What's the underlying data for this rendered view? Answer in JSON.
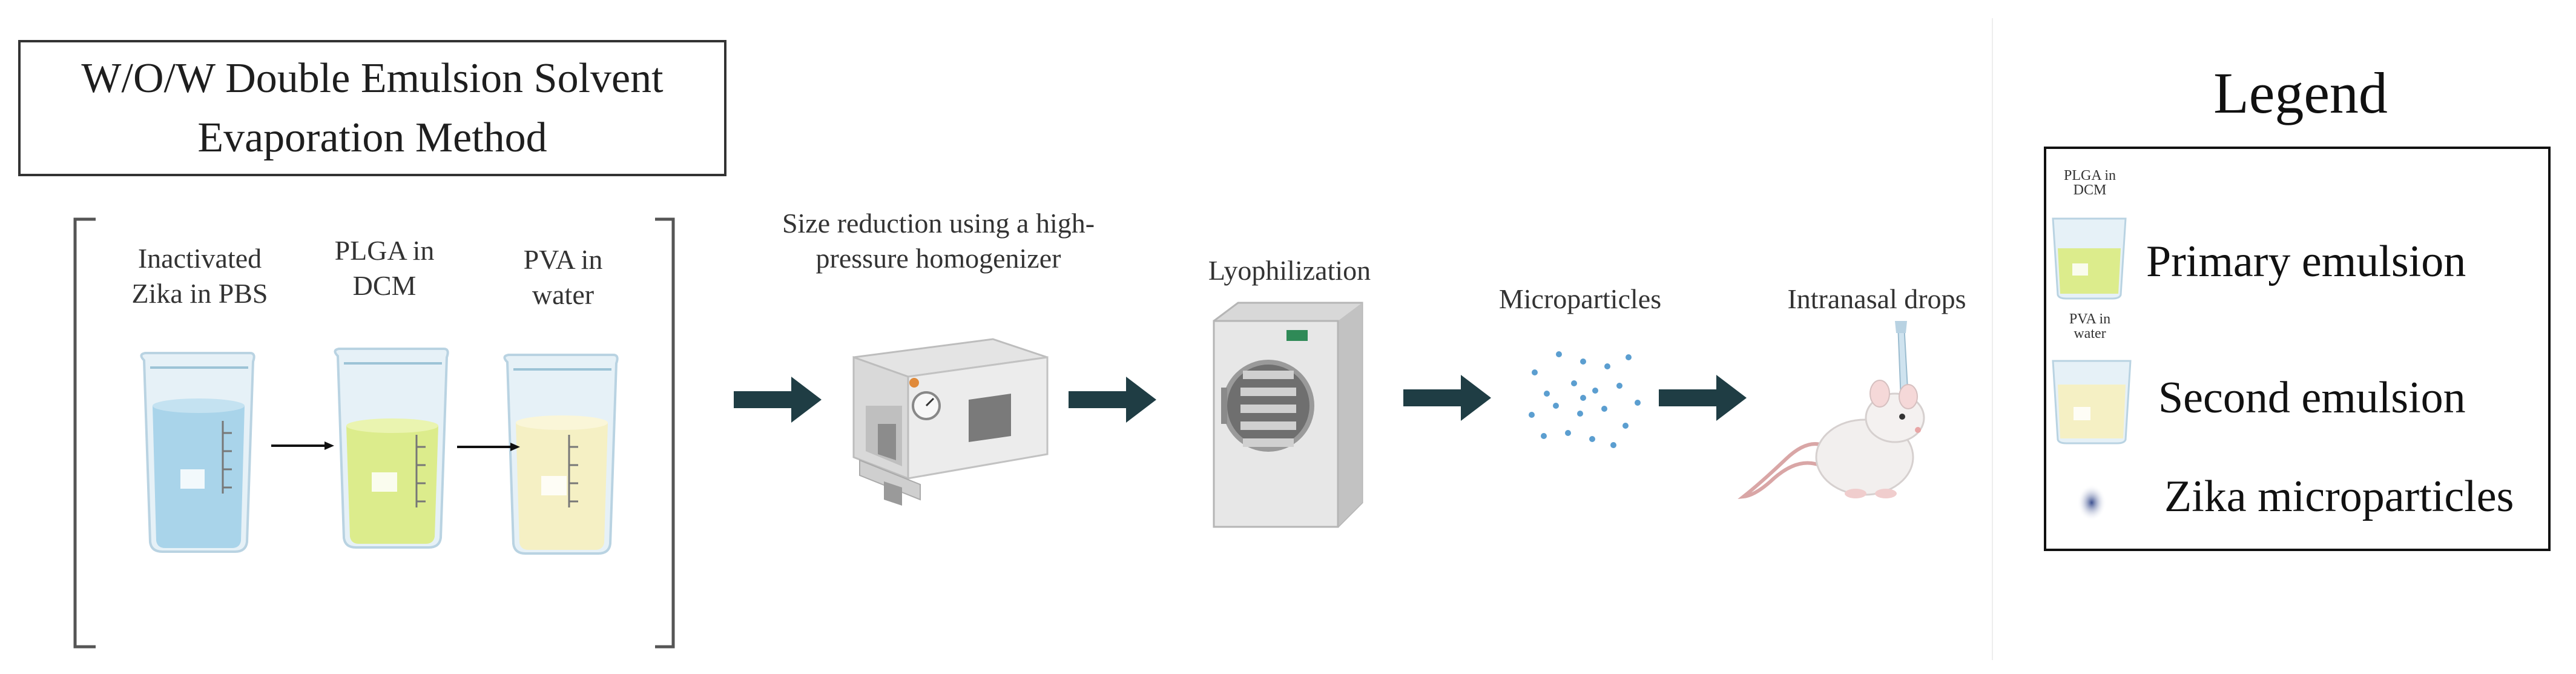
{
  "title": "W/O/W Double Emulsion Solvent Evaporation Method",
  "beakers": [
    {
      "label": "Inactivated Zika in PBS",
      "liquid_color": "#a9d4ea"
    },
    {
      "label": "PLGA in DCM",
      "liquid_color": "#dcec8c"
    },
    {
      "label": "PVA in water",
      "liquid_color": "#f5f0c4"
    }
  ],
  "steps": {
    "homogenizer": "Size reduction using a high-pressure homogenizer",
    "lyophilization": "Lyophilization",
    "microparticles": "Microparticles",
    "intranasal": "Intranasal drops"
  },
  "legend": {
    "title": "Legend",
    "items": [
      {
        "small_label": "PLGA in DCM",
        "label": "Primary emulsion"
      },
      {
        "small_label": "PVA in water",
        "label": "Second emulsion"
      },
      {
        "small_label": "",
        "label": "Zika microparticles"
      }
    ]
  },
  "colors": {
    "arrow": "#1f3d44",
    "bracket": "#555555",
    "microparticle": "#5b9ed0",
    "legend_dot": "#5a6fa8"
  }
}
